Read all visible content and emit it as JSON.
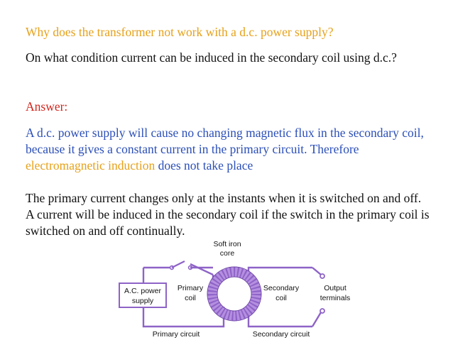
{
  "question1": "Why does the transformer not work with a d.c. power supply?",
  "question2": "On what condition current can be induced in the secondary coil using d.c.?",
  "answer_label": "Answer:",
  "answer": {
    "part1": "A d.c. power supply will cause no changing magnetic flux in the secondary coil, because it gives a constant current in the primary circuit. Therefore ",
    "highlight": "electromagnetic induction",
    "part2": " does not take place"
  },
  "explanation": "The primary current changes only at the instants when it is switched on and off. A current will be induced in the secondary coil if the switch in the primary coil is switched on and off continually.",
  "diagram": {
    "core_label_1": "Soft iron",
    "core_label_2": "core",
    "supply_label_1": "A.C. power",
    "supply_label_2": "supply",
    "primary_coil_1": "Primary",
    "primary_coil_2": "coil",
    "secondary_coil_1": "Secondary",
    "secondary_coil_2": "coil",
    "output_1": "Output",
    "output_2": "terminals",
    "primary_circuit": "Primary circuit",
    "secondary_circuit": "Secondary circuit"
  },
  "colors": {
    "question": "#e6a11a",
    "answer_label": "#d1261d",
    "answer_text": "#2b4fb8",
    "highlight": "#e6a11a",
    "wire": "#8e63c7",
    "core": "#a97fd8"
  }
}
